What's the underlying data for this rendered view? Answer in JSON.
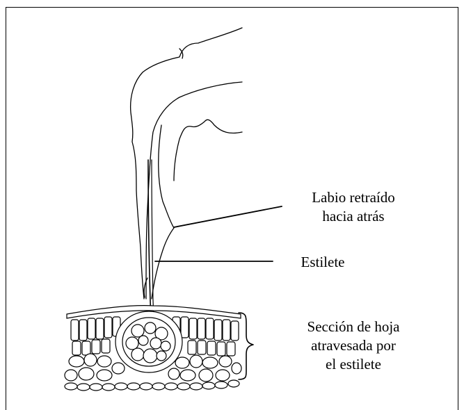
{
  "labels": {
    "lip": [
      "Labio retraído",
      "hacia atrás"
    ],
    "stylet": "Estilete",
    "leaf_section": [
      "Sección de hoja",
      "atravesada por",
      "el estilete"
    ]
  },
  "colors": {
    "ink": "#000000",
    "background": "#ffffff"
  }
}
